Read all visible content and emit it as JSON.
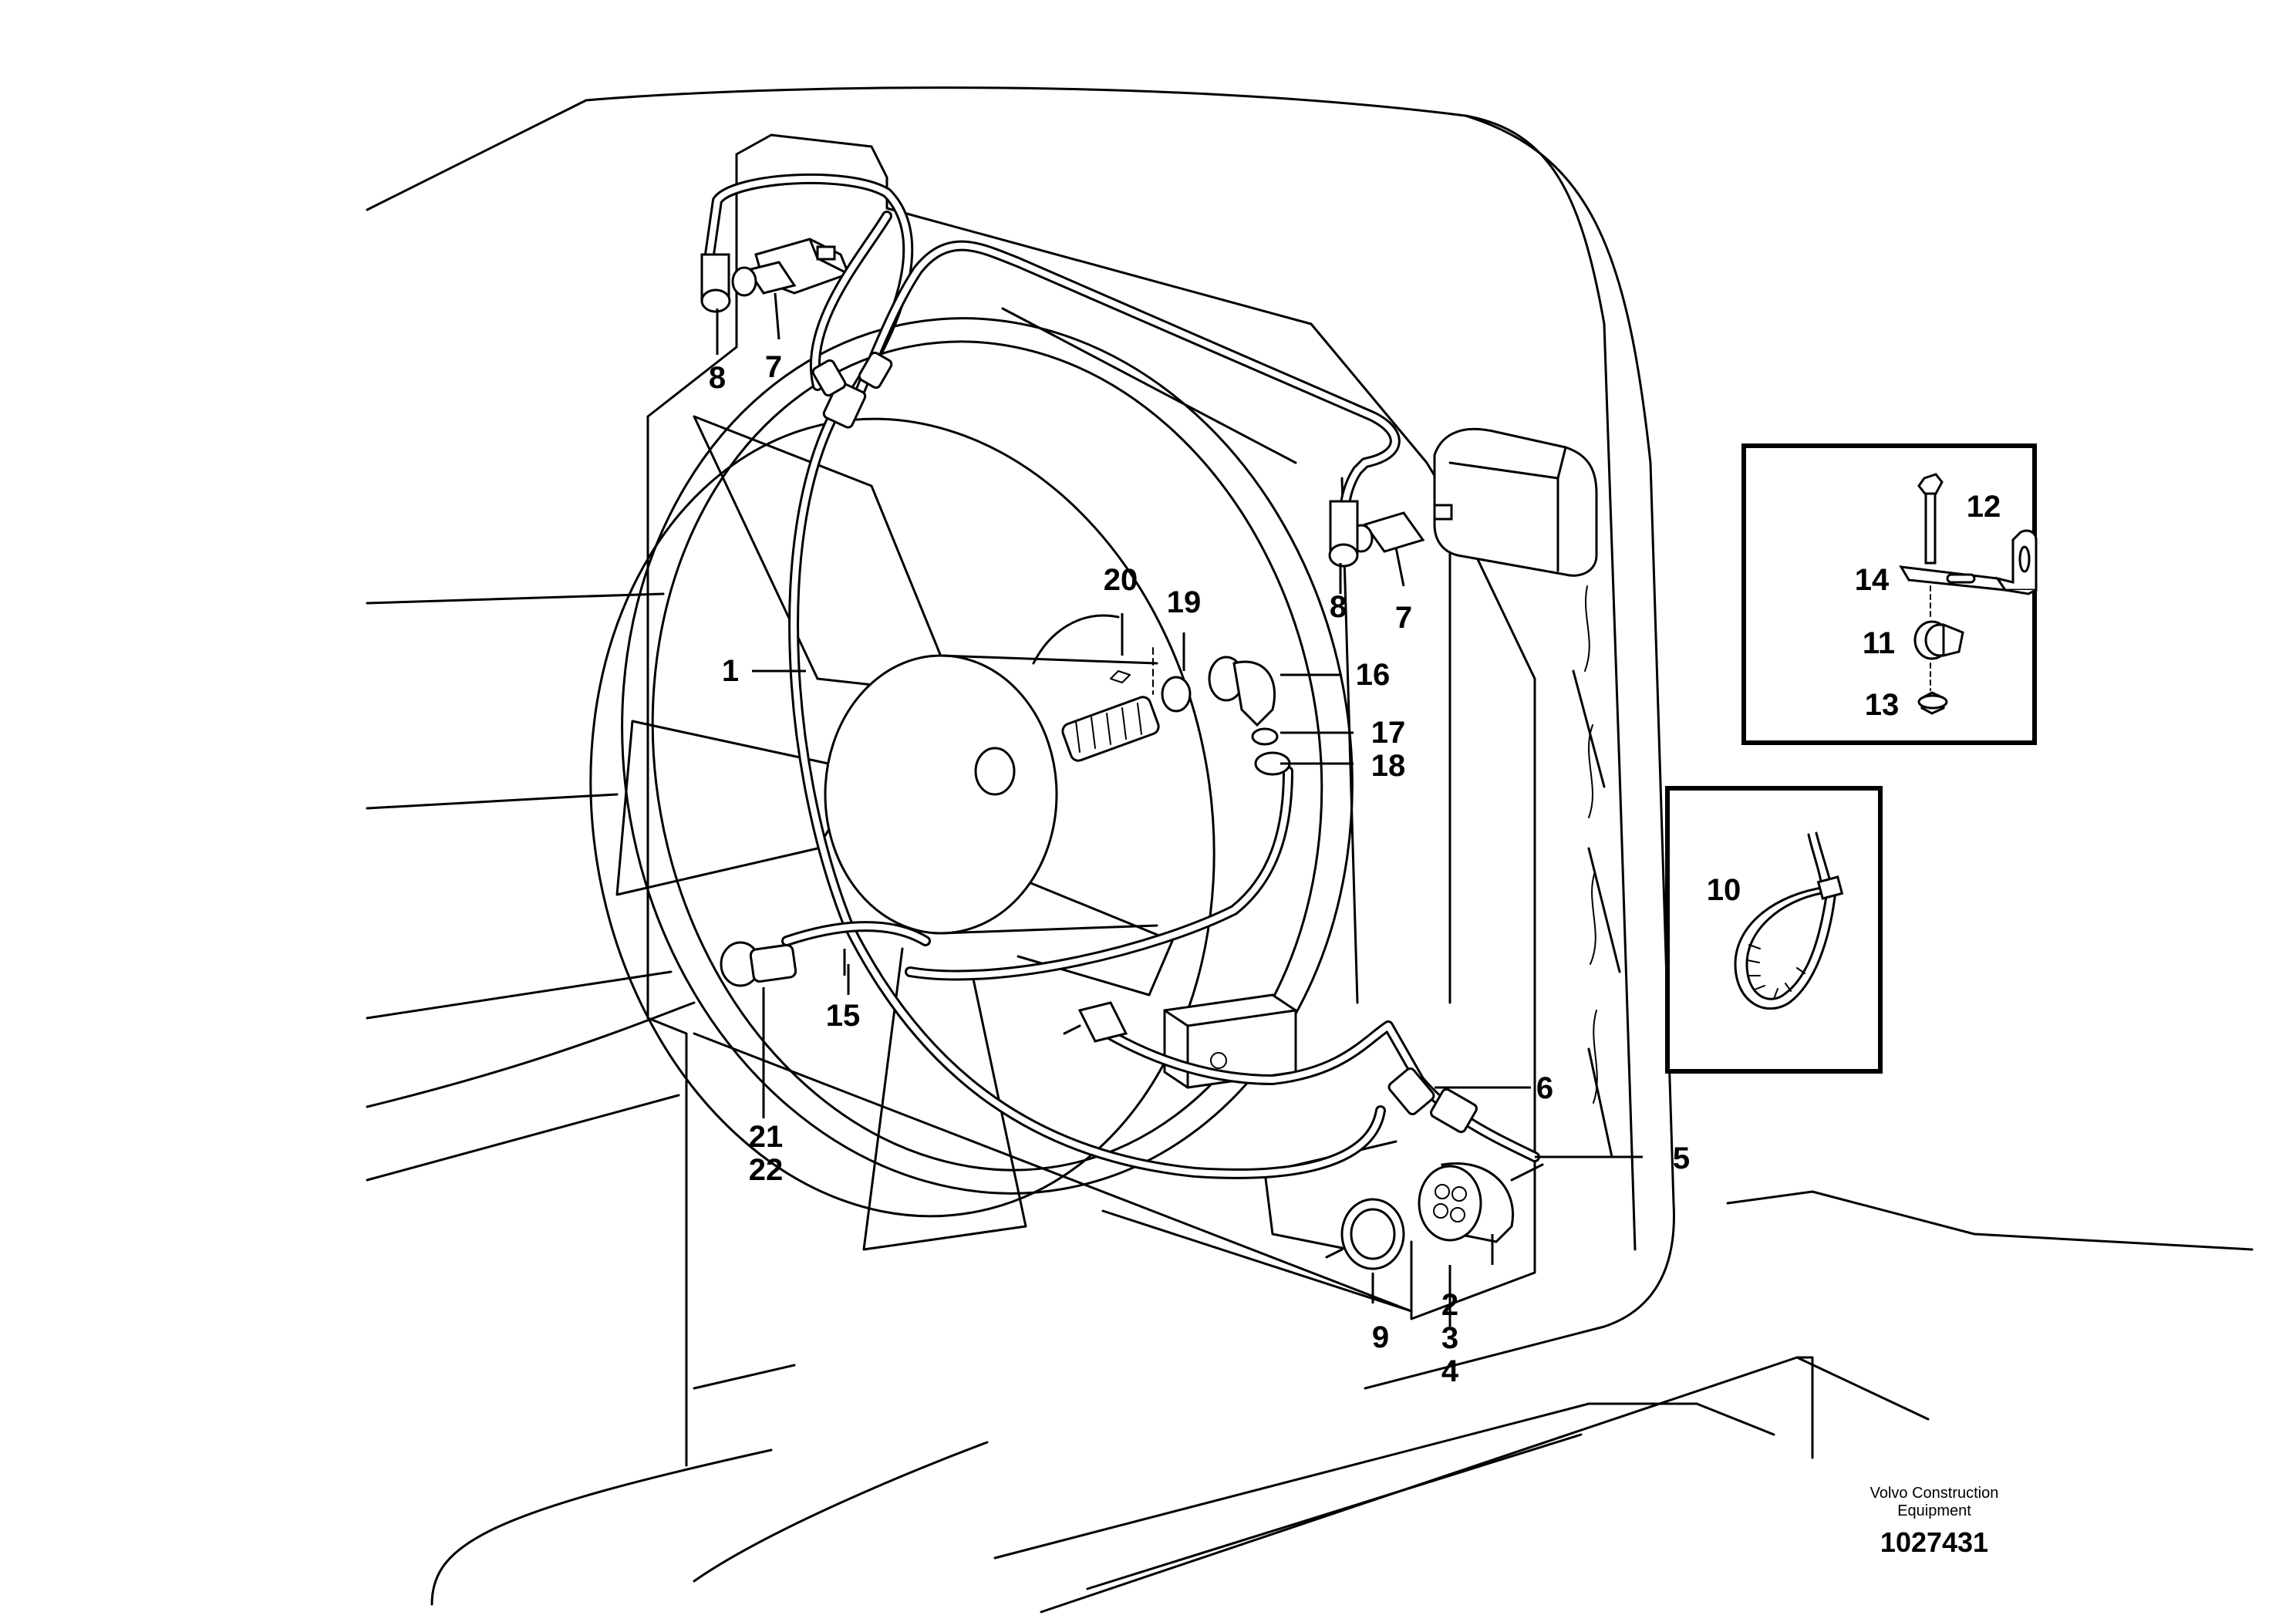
{
  "callouts": {
    "c1": "1",
    "c2": "2",
    "c3": "3",
    "c4": "4",
    "c5": "5",
    "c6": "6",
    "c7a": "7",
    "c7b": "7",
    "c8a": "8",
    "c8b": "8",
    "c9": "9",
    "c10": "10",
    "c11": "11",
    "c12": "12",
    "c13": "13",
    "c14": "14",
    "c15": "15",
    "c16": "16",
    "c17": "17",
    "c18": "18",
    "c19": "19",
    "c20": "20",
    "c21": "21",
    "c22": "22"
  },
  "footer": {
    "brand_line1": "Volvo Construction",
    "brand_line2": "Equipment",
    "doc_number": "1027431"
  }
}
